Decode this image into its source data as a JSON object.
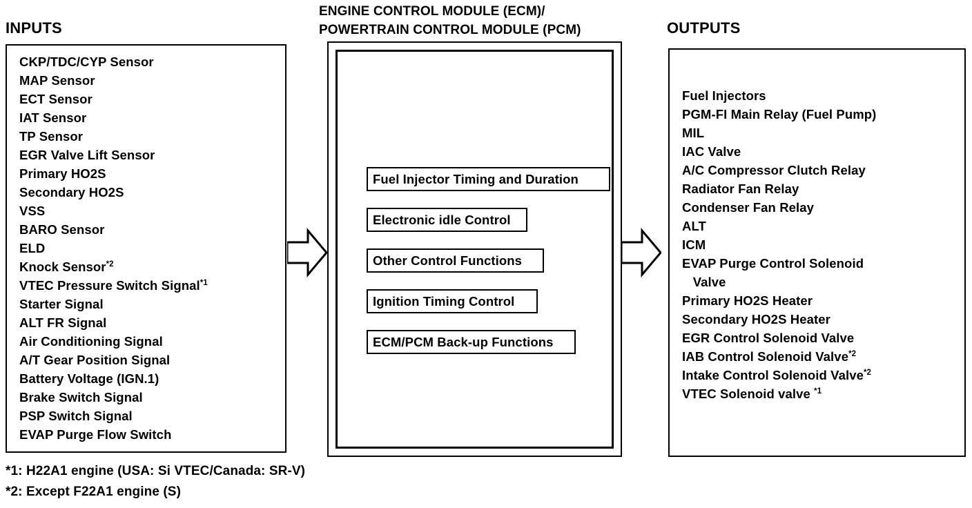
{
  "headings": {
    "inputs": "INPUTS",
    "outputs": "OUTPUTS",
    "ecm_line1": "ENGINE CONTROL MODULE (ECM)/",
    "ecm_line2": "POWERTRAIN CONTROL MODULE (PCM)"
  },
  "inputs": {
    "items": [
      {
        "text": "CKP/TDC/CYP Sensor",
        "sup": ""
      },
      {
        "text": "MAP Sensor",
        "sup": ""
      },
      {
        "text": "ECT Sensor",
        "sup": ""
      },
      {
        "text": "IAT Sensor",
        "sup": ""
      },
      {
        "text": "TP Sensor",
        "sup": ""
      },
      {
        "text": "EGR Valve Lift Sensor",
        "sup": ""
      },
      {
        "text": "Primary HO2S",
        "sup": ""
      },
      {
        "text": "Secondary HO2S",
        "sup": ""
      },
      {
        "text": "VSS",
        "sup": ""
      },
      {
        "text": "BARO Sensor",
        "sup": ""
      },
      {
        "text": "ELD",
        "sup": ""
      },
      {
        "text": "Knock Sensor",
        "sup": "*2"
      },
      {
        "text": "VTEC Pressure Switch Signal",
        "sup": "*1"
      },
      {
        "text": "Starter Signal",
        "sup": ""
      },
      {
        "text": "ALT FR Signal",
        "sup": ""
      },
      {
        "text": "Air Conditioning Signal",
        "sup": ""
      },
      {
        "text": "A/T Gear Position Signal",
        "sup": ""
      },
      {
        "text": "Battery Voltage (IGN.1)",
        "sup": ""
      },
      {
        "text": "Brake Switch Signal",
        "sup": ""
      },
      {
        "text": "PSP Switch Signal",
        "sup": ""
      },
      {
        "text": "EVAP Purge Flow Switch",
        "sup": ""
      }
    ]
  },
  "ecm": {
    "functions": [
      "Fuel Injector Timing and Duration",
      "Electronic idle Control",
      "Other Control Functions",
      "Ignition Timing Control",
      "ECM/PCM Back-up Functions"
    ]
  },
  "outputs": {
    "items": [
      {
        "text": "Fuel Injectors",
        "sup": ""
      },
      {
        "text": "PGM-FI Main Relay (Fuel Pump)",
        "sup": ""
      },
      {
        "text": "MIL",
        "sup": ""
      },
      {
        "text": "IAC Valve",
        "sup": ""
      },
      {
        "text": "A/C Compressor Clutch Relay",
        "sup": ""
      },
      {
        "text": "Radiator Fan Relay",
        "sup": ""
      },
      {
        "text": "Condenser Fan Relay",
        "sup": ""
      },
      {
        "text": "ALT",
        "sup": ""
      },
      {
        "text": "ICM",
        "sup": ""
      },
      {
        "text": "EVAP Purge Control Solenoid",
        "sup": ""
      },
      {
        "text": "   Valve",
        "sup": ""
      },
      {
        "text": "Primary HO2S Heater",
        "sup": ""
      },
      {
        "text": "Secondary HO2S Heater",
        "sup": ""
      },
      {
        "text": "EGR Control Solenoid Valve",
        "sup": ""
      },
      {
        "text": "IAB Control Solenoid Valve",
        "sup": "*2"
      },
      {
        "text": "Intake Control Solenoid Valve",
        "sup": "*2"
      },
      {
        "text": "VTEC Solenoid valve ",
        "sup": "*1"
      }
    ]
  },
  "arrows": {
    "input_to_ecm": "right-arrow",
    "ecm_to_output": "right-arrow"
  },
  "footnotes": [
    "*1: H22A1 engine (USA: Si VTEC/Canada: SR-V)",
    "*2: Except F22A1 engine (S)"
  ],
  "colors": {
    "line": "#000000",
    "background": "#ffffff",
    "text": "#000000"
  }
}
